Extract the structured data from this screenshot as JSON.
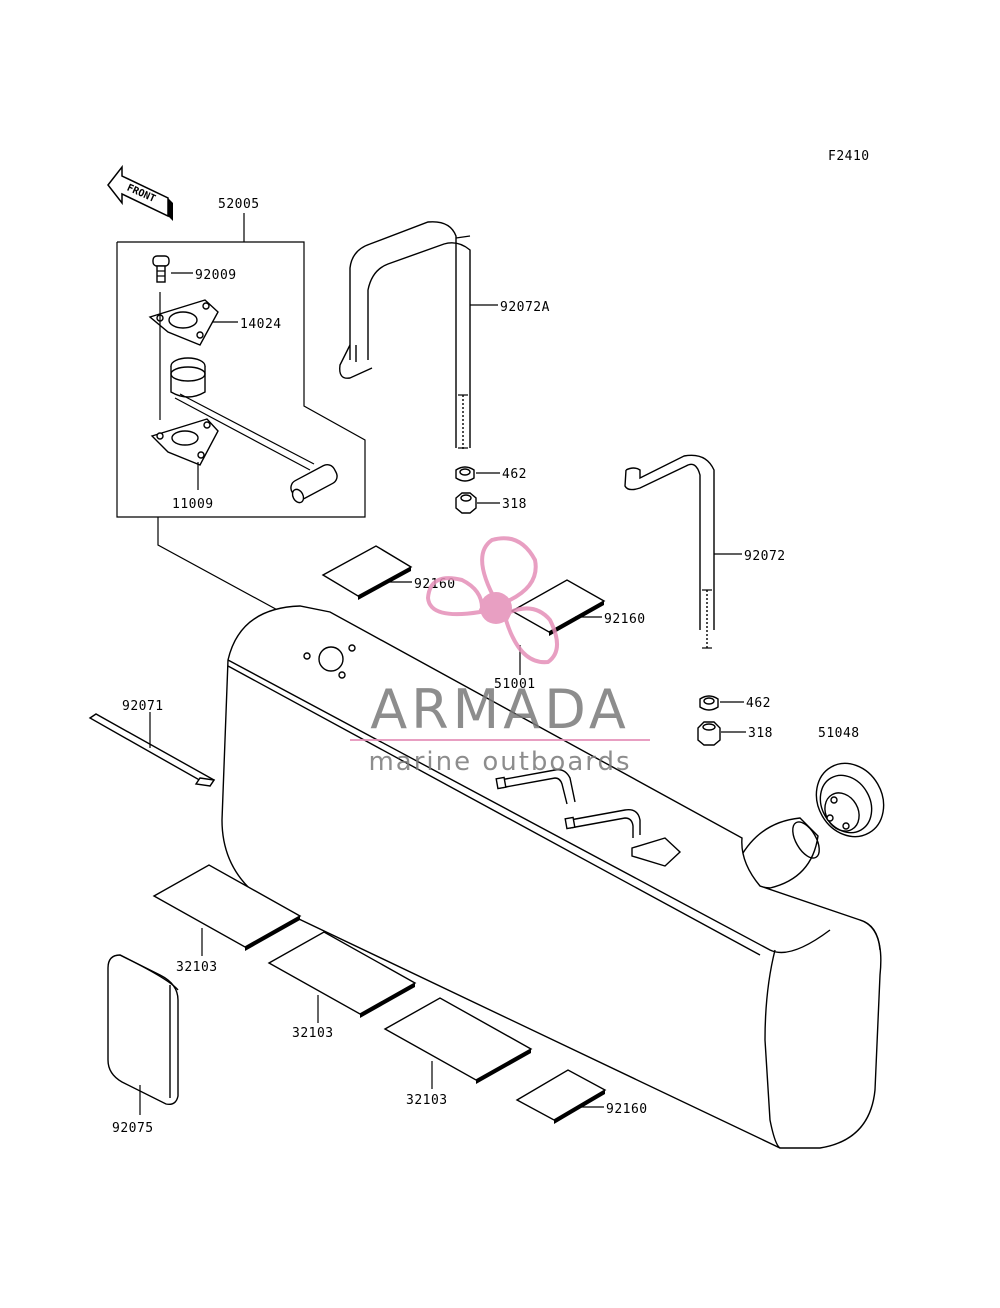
{
  "figure_code": "F2410",
  "front_label": "FRONT",
  "parts": {
    "p52005": "52005",
    "p92009": "92009",
    "p14024": "14024",
    "p11009": "11009",
    "p92072A": "92072A",
    "p462a": "462",
    "p318a": "318",
    "p92072": "92072",
    "p462b": "462",
    "p318b": "318",
    "p51048": "51048",
    "p92160a": "92160",
    "p92160b": "92160",
    "p51001": "51001",
    "p92071": "92071",
    "p32103a": "32103",
    "p32103b": "32103",
    "p32103c": "32103",
    "p92160c": "92160",
    "p92075": "92075"
  },
  "watermark": {
    "brand": "ARMADA",
    "tagline": "marine outboards",
    "color": "#e58fb8"
  }
}
